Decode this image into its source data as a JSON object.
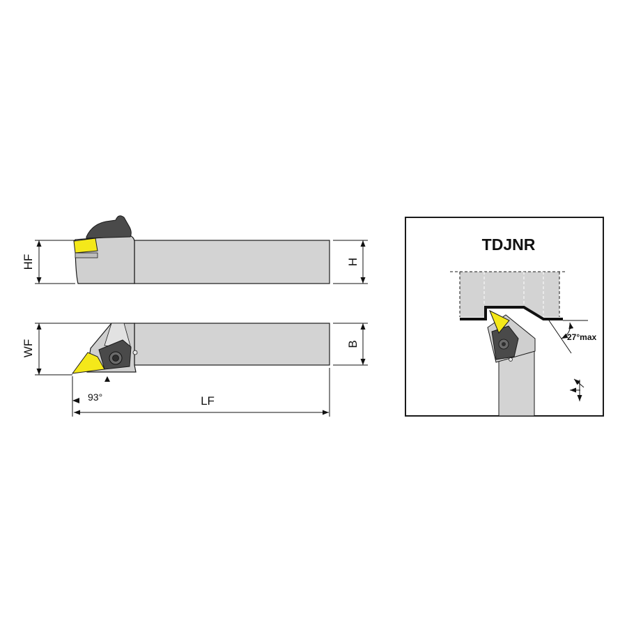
{
  "dimensions": {
    "hf": "HF",
    "h": "H",
    "wf": "WF",
    "b": "B",
    "lf": "LF",
    "lead_angle": "93°"
  },
  "inset": {
    "title": "TDJNR",
    "max_angle": "27°max"
  },
  "colors": {
    "insert": "#f4e81a",
    "body": "#d3d3d3",
    "body_dark": "#bdbdbd",
    "clamp": "#4a4a4a",
    "outline": "#1a1a1a"
  }
}
